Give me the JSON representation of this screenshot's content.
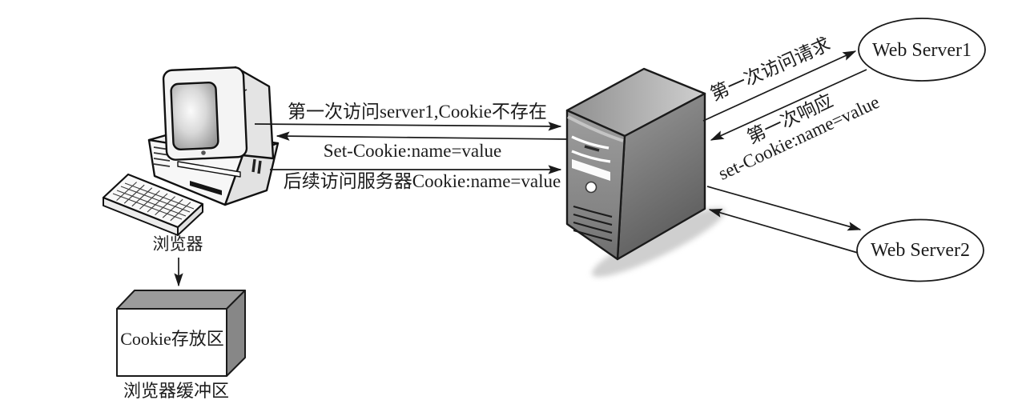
{
  "diagram": {
    "title_hint": "浏览器与服务器之间 Cookie 交互流程图",
    "browser": {
      "label": "浏览器"
    },
    "cookie_store": {
      "box_label": "Cookie存放区",
      "caption": "浏览器缓冲区"
    },
    "flows": {
      "first_visit": "第一次访问server1,Cookie不存在",
      "set_cookie_response": "Set-Cookie:name=value",
      "subsequent_visit": "后续访问服务器Cookie:name=value",
      "first_request": "第一次访问请求",
      "first_response": "第一次响应",
      "first_response_detail": "set-Cookie:name=value"
    },
    "servers": {
      "server1_label": "Web Server1",
      "server2_label": "Web Server2"
    },
    "colors": {
      "outline": "#1a1a1a",
      "tower_front": "#8a8a8a",
      "tower_side_dark": "#636363",
      "tower_top": "#b5b5b5",
      "box_top_gray": "#9b9b9b",
      "box_side_gray": "#878787",
      "background": "#ffffff"
    }
  }
}
